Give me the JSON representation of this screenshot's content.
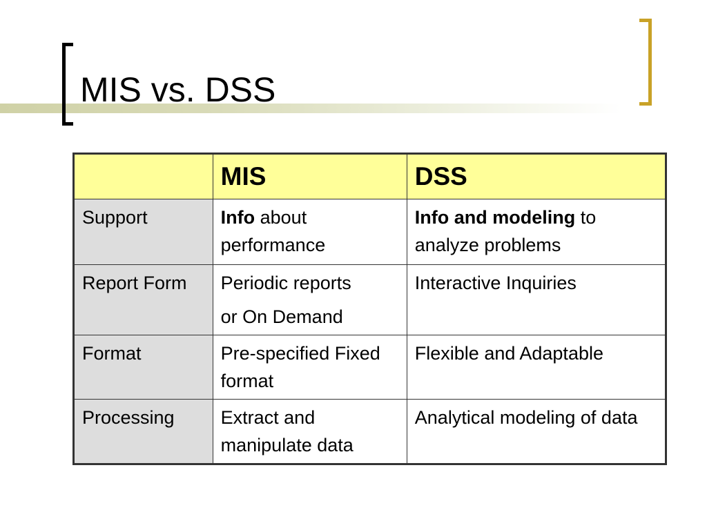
{
  "slide": {
    "title": "MIS vs. DSS",
    "colors": {
      "left_bracket": "#000000",
      "right_bracket": "#c9a227",
      "header_fill": "#ffff99",
      "row_header_fill": "#dddddd",
      "title_band": "#cfd1a6"
    }
  },
  "table": {
    "headers": [
      "",
      "MIS",
      "DSS"
    ],
    "rows": [
      {
        "label": "Support",
        "mis": {
          "bold": "Info",
          "rest": " about performance"
        },
        "dss": {
          "bold": "Info and modeling",
          "rest": " to analyze problems"
        }
      },
      {
        "label": "Report Form",
        "mis": {
          "line1": "Periodic reports",
          "line2": "or On Demand"
        },
        "dss": "Interactive Inquiries"
      },
      {
        "label": "Format",
        "mis": "Pre-specified Fixed format",
        "dss": "Flexible and Adaptable"
      },
      {
        "label": "Processing",
        "mis": "Extract and manipulate data",
        "dss": "Analytical modeling of data"
      }
    ]
  }
}
